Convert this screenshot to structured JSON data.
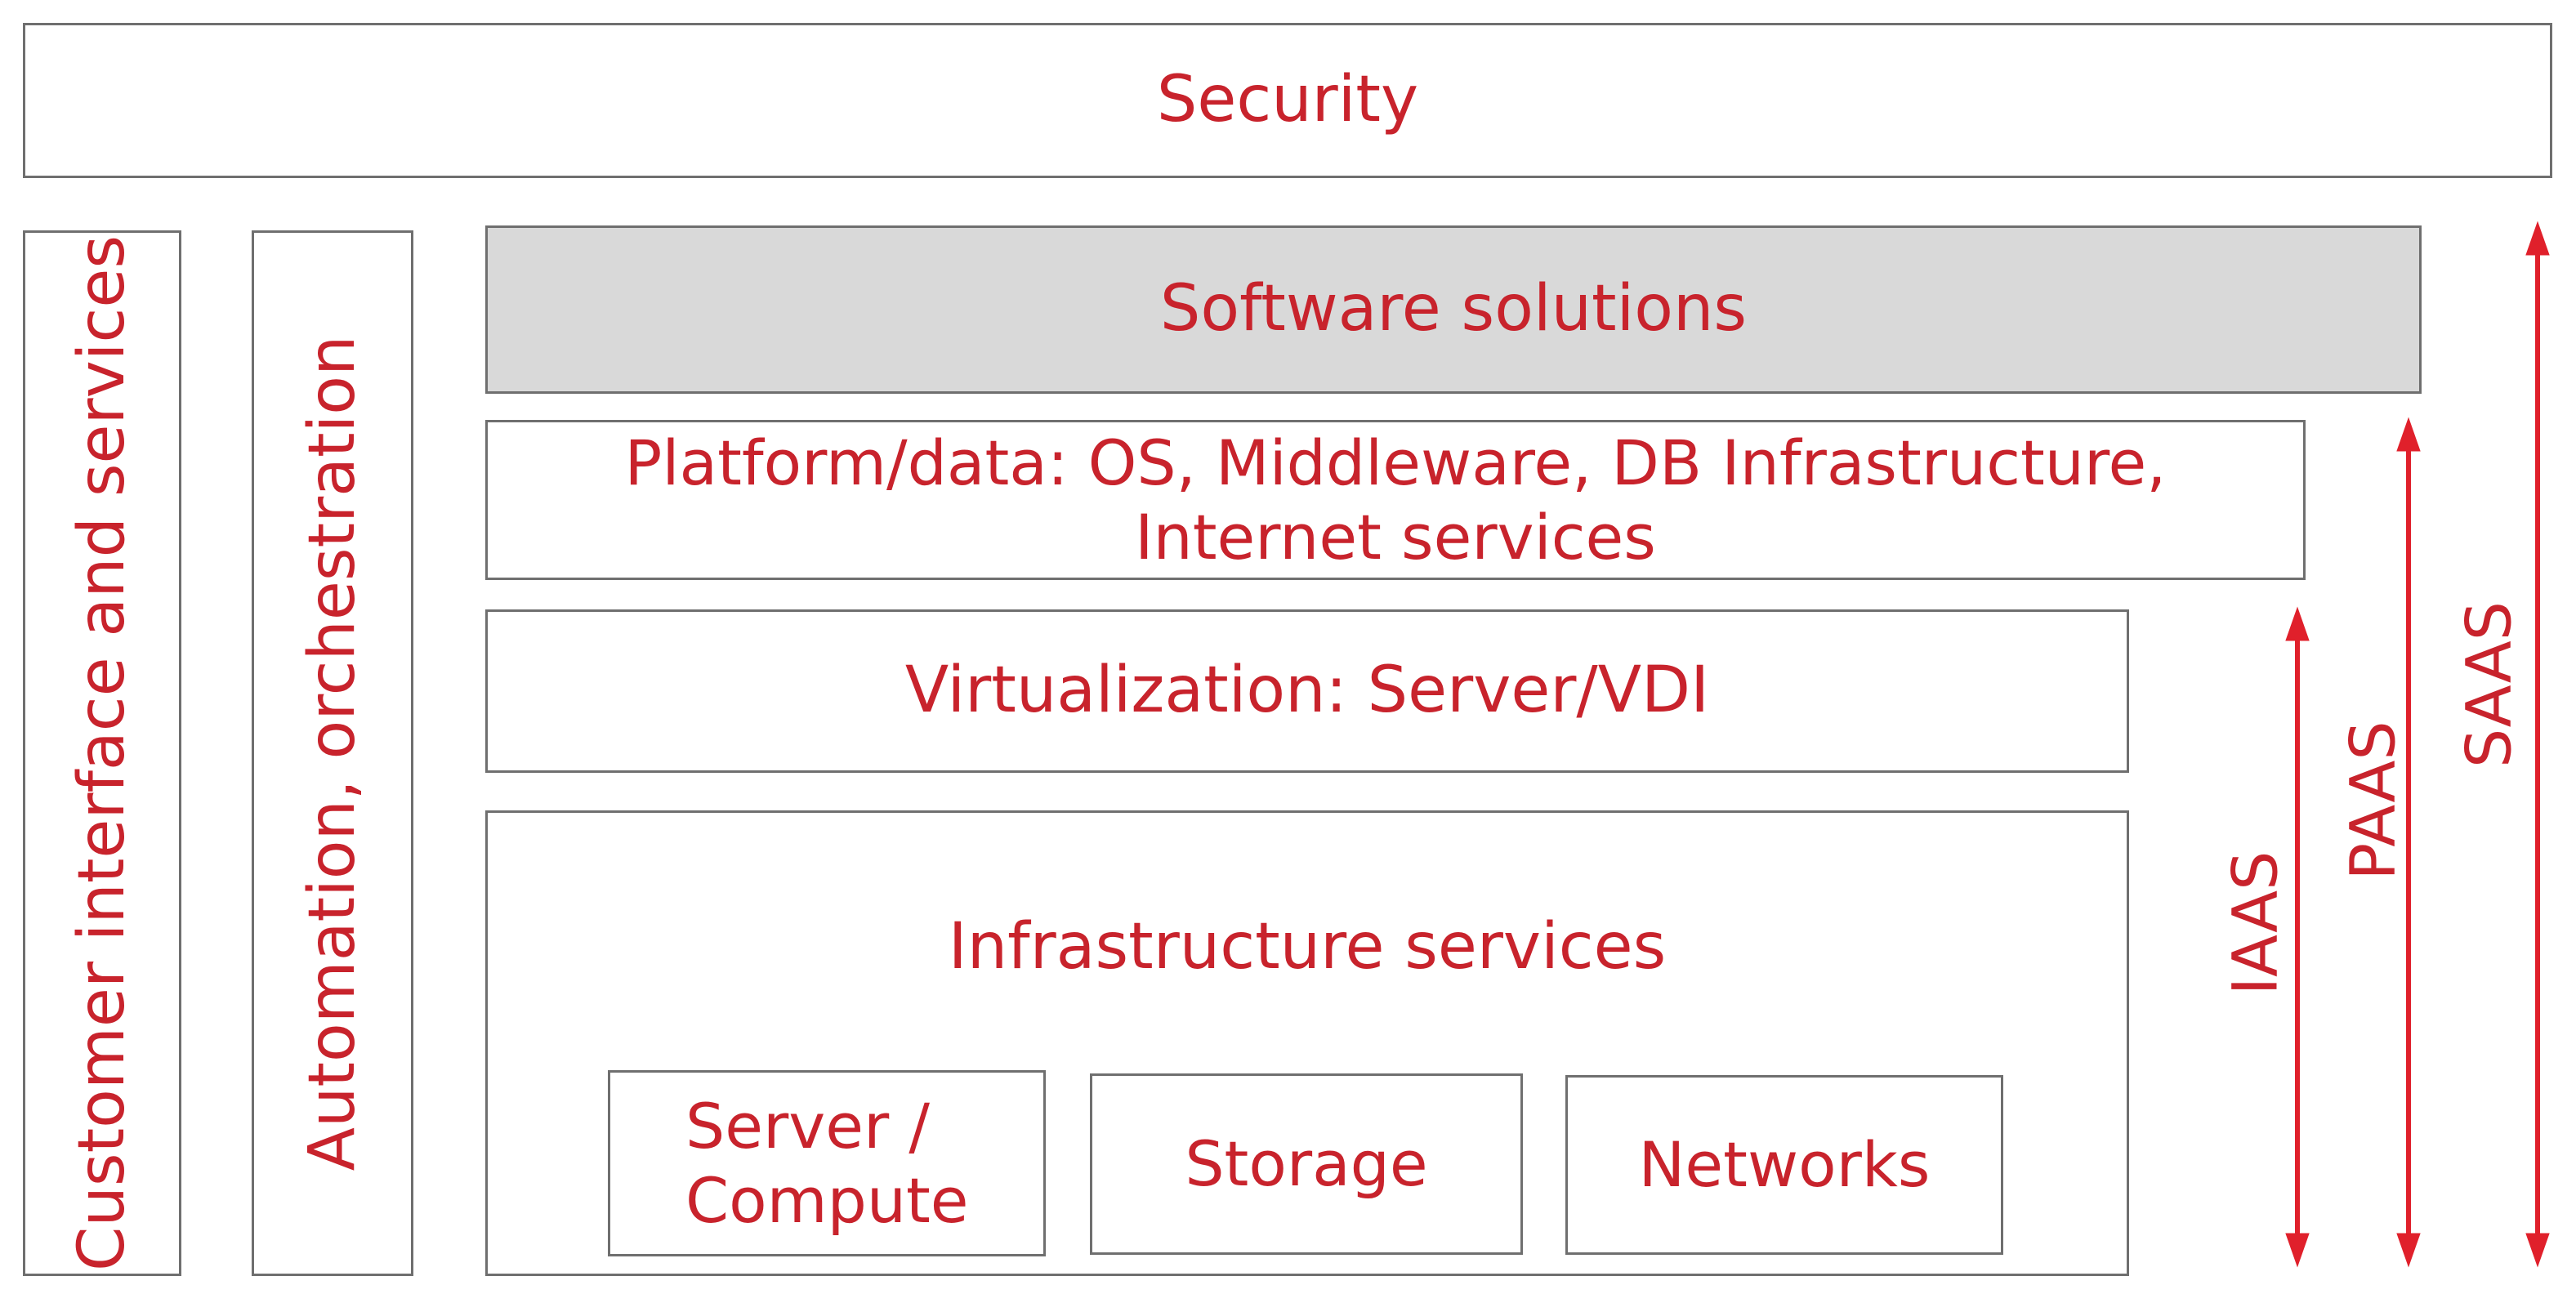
{
  "security": "Security",
  "side_panels": {
    "customer": "Customer interface and services",
    "automation": "Automation, orchestration"
  },
  "layers": {
    "software": "Software solutions",
    "platform_line1": "Platform/data: OS, Middleware, DB Infrastructure,",
    "platform_line2": "Internet services",
    "virtualization": "Virtualization: Server/VDI",
    "infrastructure": "Infrastructure services"
  },
  "infra_components": {
    "server_line1": "Server /",
    "server_line2": "Compute",
    "storage": "Storage",
    "networks": "Networks"
  },
  "service_models": {
    "iaas": "IAAS",
    "paas": "PAAS",
    "saas": "SAAS"
  },
  "colors": {
    "accent": "#c8232c",
    "border": "#6f6f6f",
    "software_fill": "#d9d9d9"
  }
}
